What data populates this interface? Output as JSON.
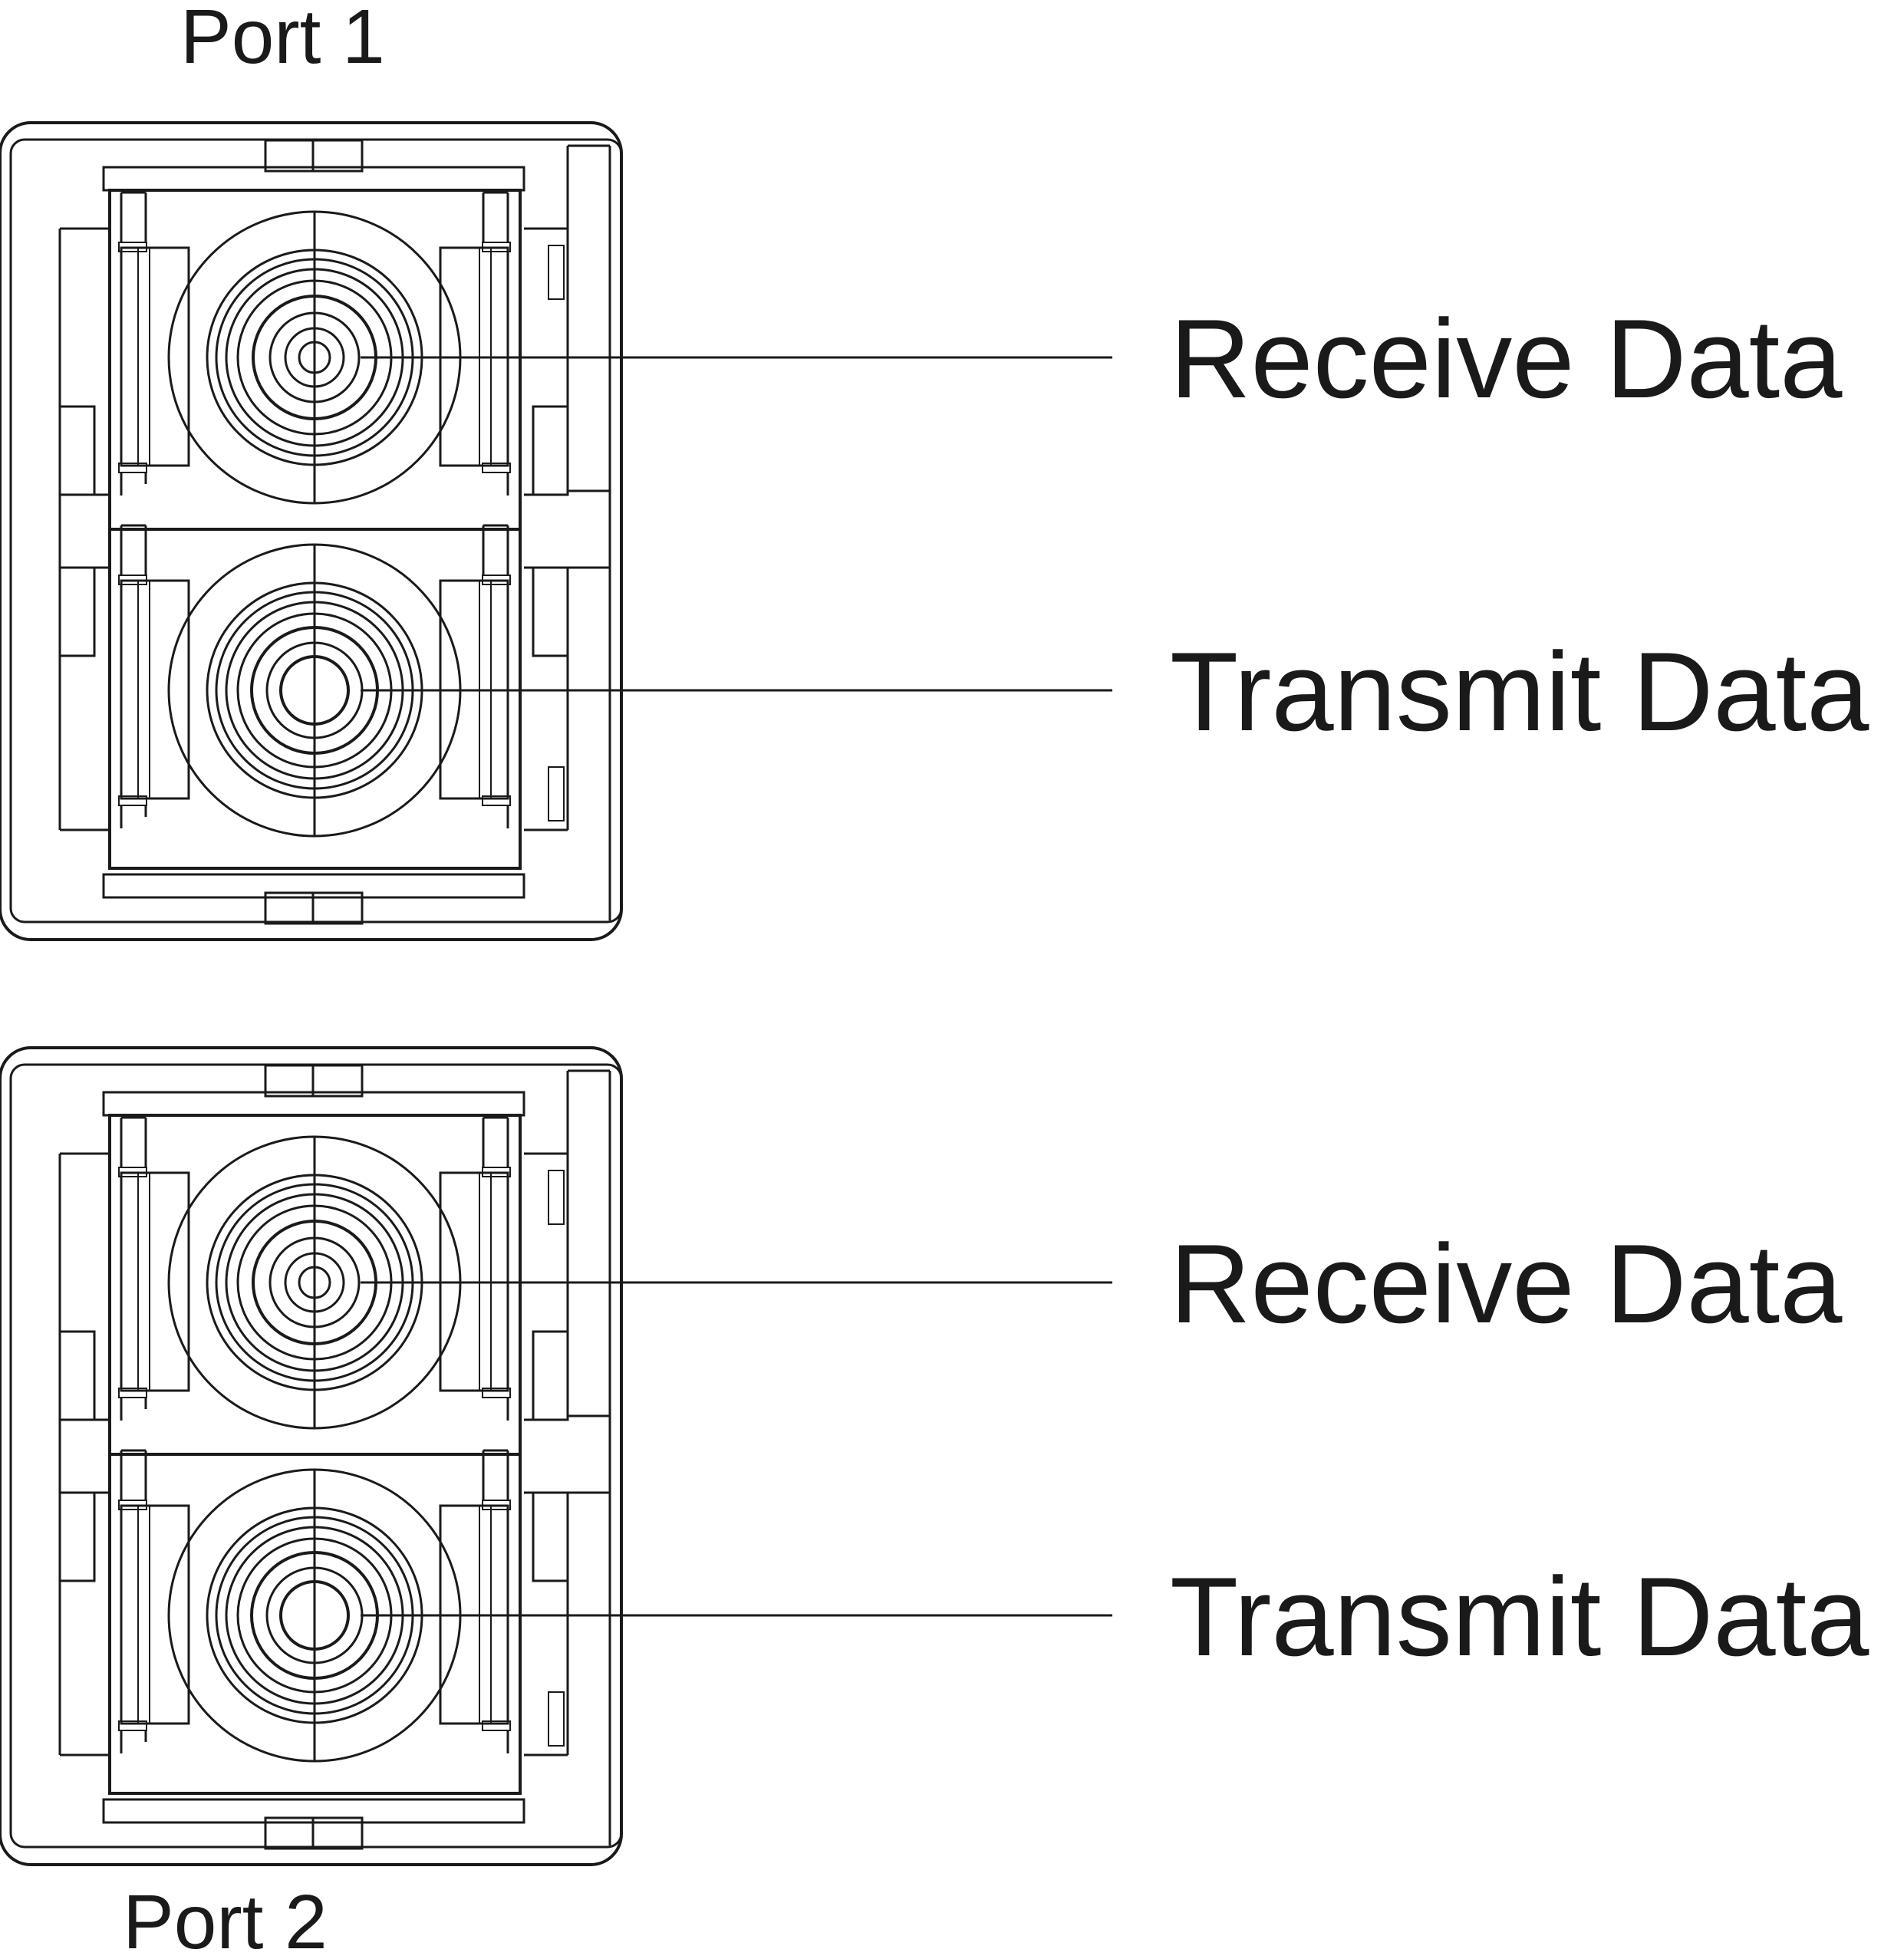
{
  "ports": [
    {
      "label": "Port 1",
      "channels": [
        {
          "label": "Receive Data",
          "type": "receive"
        },
        {
          "label": "Transmit Data",
          "type": "transmit"
        }
      ]
    },
    {
      "label": "Port 2",
      "channels": [
        {
          "label": "Receive Data",
          "type": "receive"
        },
        {
          "label": "Transmit Data",
          "type": "transmit"
        }
      ]
    }
  ],
  "colors": {
    "line": "#1a1a1a",
    "background": "#ffffff"
  }
}
